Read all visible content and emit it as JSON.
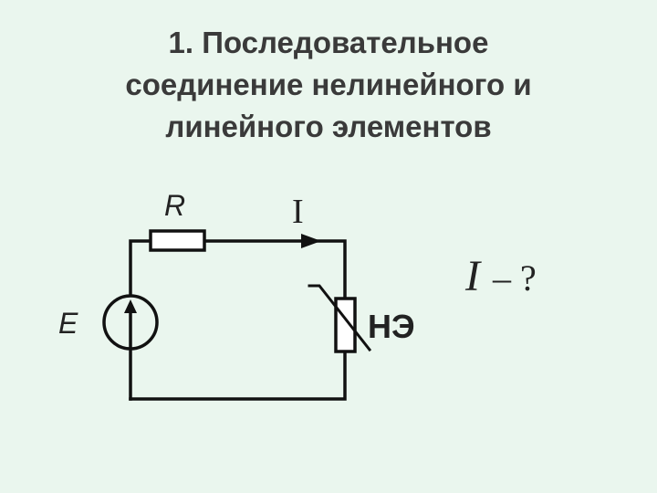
{
  "title": {
    "line1": "1. Последовательное",
    "line2": "соединение нелинейного и",
    "line3": "линейного элементов"
  },
  "diagram": {
    "resistor_label": "R",
    "current_label": "I",
    "source_label": "E",
    "nonlinear_label": "НЭ",
    "question_symbol": "I",
    "question_rest": "– ?"
  }
}
